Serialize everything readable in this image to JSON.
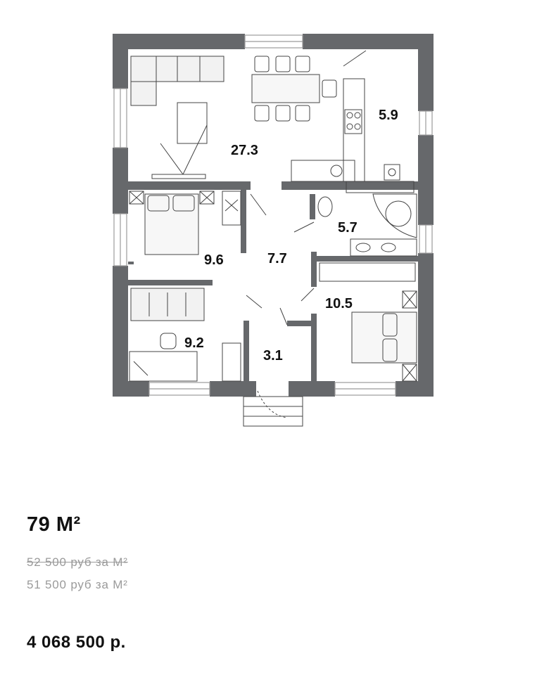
{
  "plan": {
    "rooms": [
      {
        "id": "living-kitchen",
        "area": "27.3"
      },
      {
        "id": "kitchen-corner",
        "area": "5.9"
      },
      {
        "id": "bathroom",
        "area": "5.7"
      },
      {
        "id": "bedroom-left",
        "area": "9.6"
      },
      {
        "id": "hall",
        "area": "7.7"
      },
      {
        "id": "bedroom-right",
        "area": "10.5"
      },
      {
        "id": "study",
        "area": "9.2"
      },
      {
        "id": "entry",
        "area": "3.1"
      }
    ],
    "colors": {
      "wall": "#66686b",
      "line": "#333333",
      "window": "#9b9b9b"
    }
  },
  "info": {
    "area": "79 М²",
    "old_price": "52 500 руб за М²",
    "new_price": "51 500 руб за М²",
    "total_price": "4 068 500 р."
  }
}
